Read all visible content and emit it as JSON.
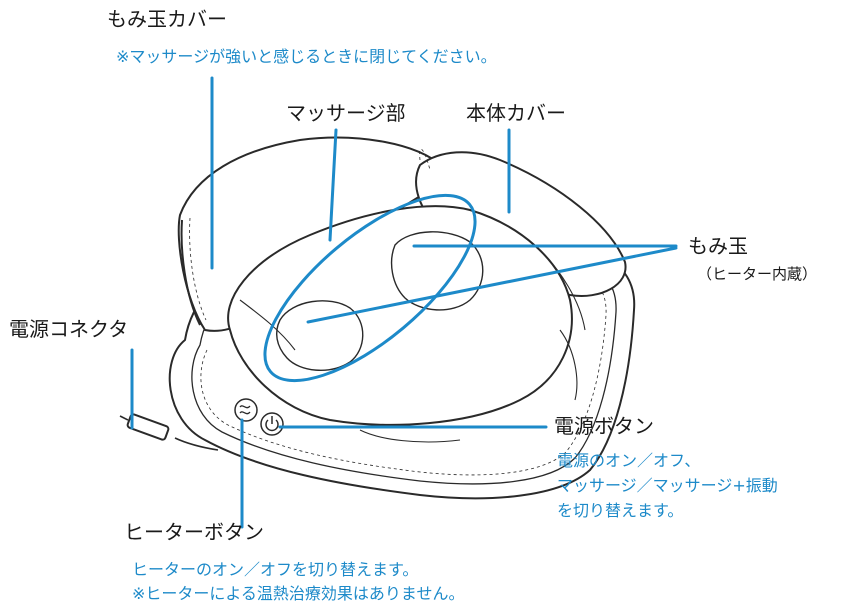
{
  "labels": {
    "momi_cover": "もみ玉カバー",
    "momi_cover_note": "※マッサージが強いと感じるときに閉じてください。",
    "massage_part": "マッサージ部",
    "body_cover": "本体カバー",
    "momi_ball": "もみ玉",
    "momi_ball_sub": "（ヒーター内蔵）",
    "power_connector": "電源コネクタ",
    "power_button": "電源ボタン",
    "power_button_note": [
      "電源のオン／オフ、",
      "マッサージ／マッサージ+振動",
      "を切り替えます。"
    ],
    "heater_button": "ヒーターボタン",
    "heater_button_note": [
      "ヒーターのオン／オフを切り替えます。",
      "※ヒーターによる温熱治療効果はありません。"
    ]
  },
  "colors": {
    "leader": "#1d8ac9",
    "note_text": "#1d8ac9",
    "label_text": "#1a1a1a",
    "outline": "#2a2a2a"
  },
  "icons": {
    "heater": "heater-wave-icon",
    "power": "power-icon"
  }
}
